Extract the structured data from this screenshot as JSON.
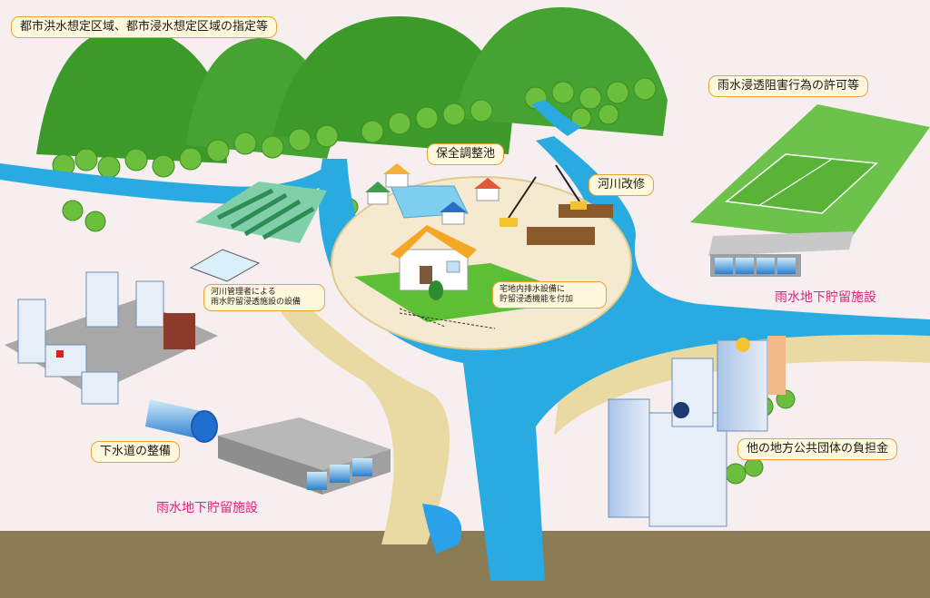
{
  "labels": {
    "designation": "都市洪水想定区域、都市浸水想定区域の指定等",
    "retention_pond": "保全調整池",
    "river_improvement": "河川改修",
    "permission": "雨水浸透阻害行為の許可等",
    "underground_storage_right": "雨水地下貯留施設",
    "river_manager_line1": "河川管理者による",
    "river_manager_line2": "雨水貯留浸透施設の設備",
    "residential_line1": "宅地内排水設備に",
    "residential_line2": "貯留浸透機能を付加",
    "sewer": "下水道の整備",
    "underground_storage_left": "雨水地下貯留施設",
    "local_govt": "他の地方公共団体の負担金"
  },
  "colors": {
    "river": "#29abe2",
    "hill": "#3f9a2c",
    "ground": "#8a7b55",
    "label_bg": "#fff8dc",
    "label_border": "#e8a23a",
    "pink_text": "#e0227a"
  }
}
